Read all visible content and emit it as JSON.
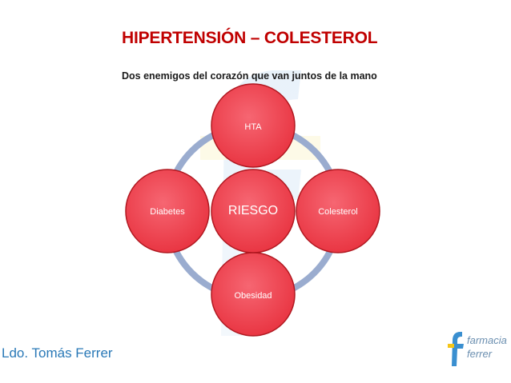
{
  "slide": {
    "title": "HIPERTENSIÓN – COLESTEROL",
    "subtitle": "Dos enemigos del corazón que van juntos de la mano"
  },
  "diagram": {
    "center": "RIESGO",
    "nodes": {
      "top": "HTA",
      "right": "Colesterol",
      "bottom": "Obesidad",
      "left": "Diabetes"
    }
  },
  "footer": {
    "author": "Ldo. Tomás Ferrer",
    "logo_line1": "farmacia",
    "logo_line2": "ferrer"
  },
  "colors": {
    "title": "#c00000",
    "node_fill": "#f0424f",
    "node_stroke": "#b01820",
    "ring": "#9aaccf",
    "footer_text": "#2a79b7",
    "logo_f": "#3a8fd0",
    "logo_accent": "#f5c518"
  },
  "icons": [
    "watermark-f-logo",
    "farmacia-ferrer-logo-icon"
  ]
}
